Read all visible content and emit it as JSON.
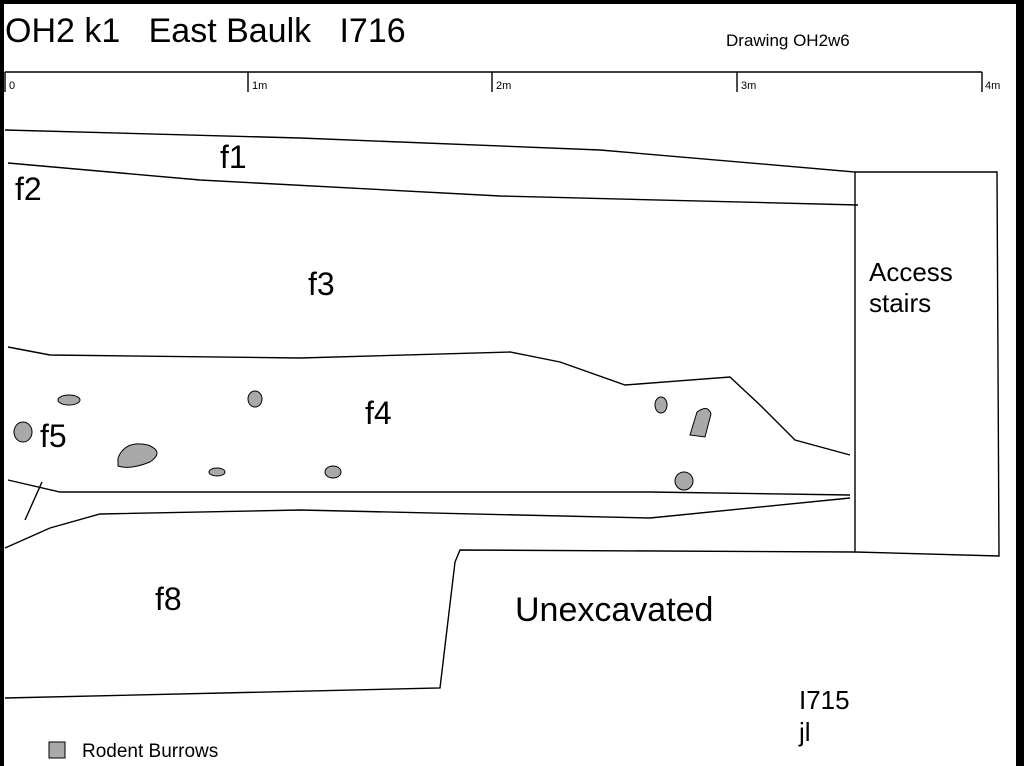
{
  "header": {
    "title": "OH2 k1   East Baulk   I716",
    "drawing": "Drawing OH2w6"
  },
  "scale": {
    "ticks": [
      "0",
      "1m",
      "2m",
      "3m",
      "4m"
    ]
  },
  "features": {
    "f1": "f1",
    "f2": "f2",
    "f3": "f3",
    "f4": "f4",
    "f5": "f5",
    "f8": "f8"
  },
  "areas": {
    "access_line1": "Access",
    "access_line2": "stairs",
    "unexcavated": "Unexcavated"
  },
  "footer": {
    "context": "I715",
    "initials": "jl"
  },
  "legend": {
    "label": "Rodent Burrows",
    "color": "#a9a9a9"
  }
}
